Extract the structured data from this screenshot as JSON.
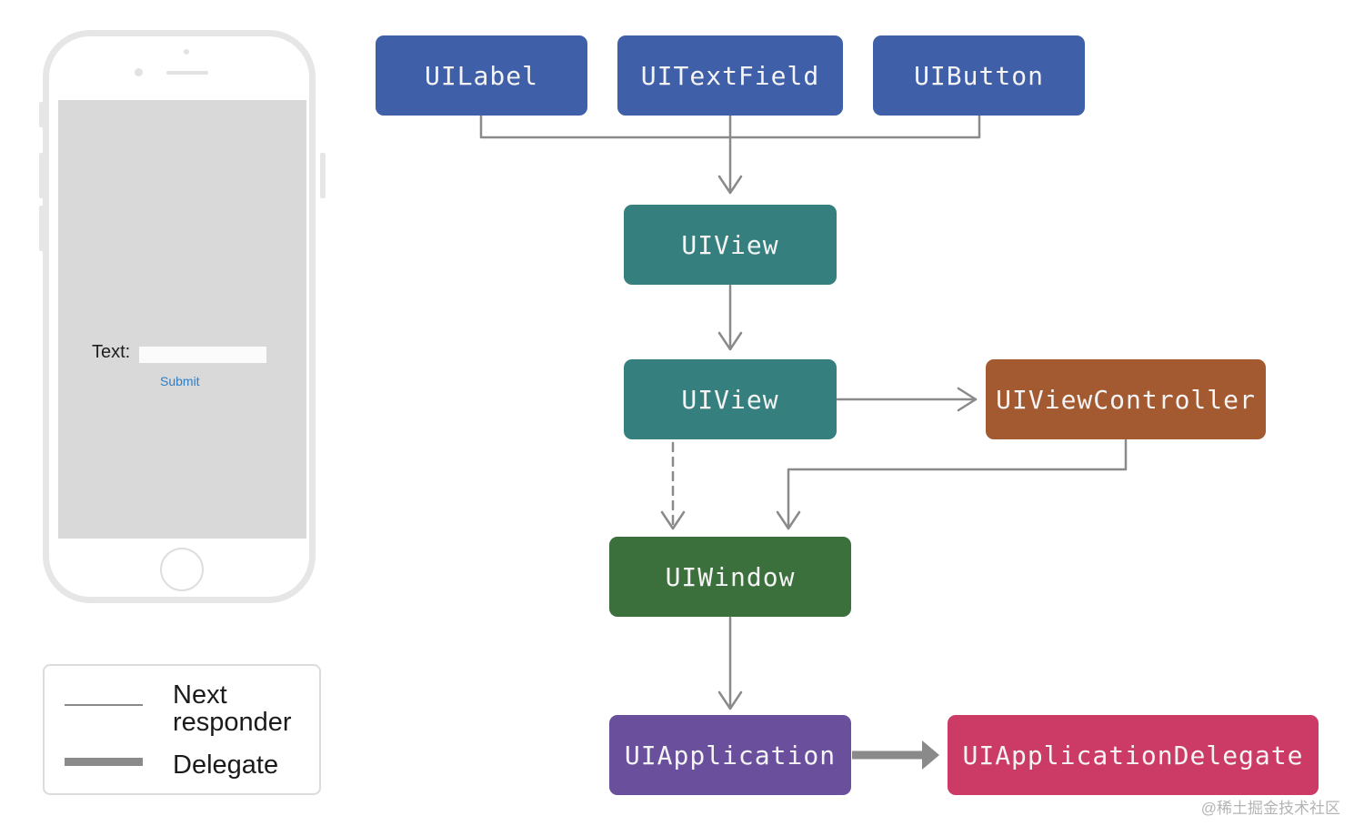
{
  "colors": {
    "blue": "#3f60a8",
    "teal": "#367f7f",
    "orange": "#a45a30",
    "green": "#3b6f3c",
    "purple": "#6a4f9c",
    "pink": "#cc3a66",
    "line": "#8a8a8a"
  },
  "phone": {
    "text_label": "Text:",
    "text_value": "",
    "submit_label": "Submit"
  },
  "legend": {
    "next_responder": "Next\nresponder",
    "delegate": "Delegate"
  },
  "nodes": {
    "uilabel": "UILabel",
    "uitextfield": "UITextField",
    "uibutton": "UIButton",
    "uiview_top": "UIView",
    "uiview_mid": "UIView",
    "uiviewcontroller": "UIViewController",
    "uiwindow": "UIWindow",
    "uiapplication": "UIApplication",
    "uiapplicationdelegate": "UIApplicationDelegate"
  },
  "watermark": "@稀土掘金技术社区"
}
